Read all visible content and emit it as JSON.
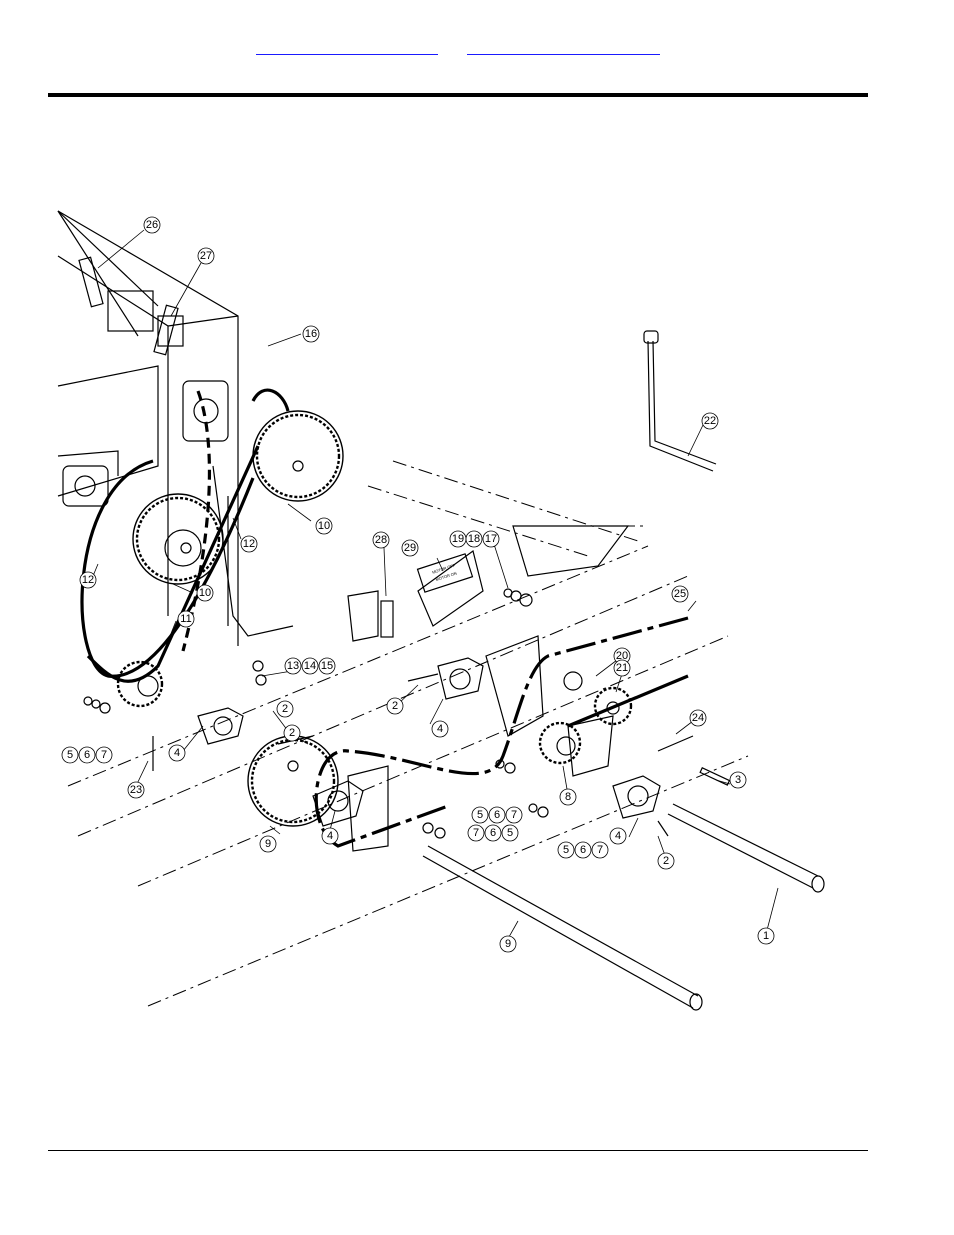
{
  "header": {
    "links": [
      {
        "label": ""
      },
      {
        "label": ""
      }
    ]
  },
  "diagram": {
    "callouts": [
      "1",
      "2",
      "2",
      "2",
      "2",
      "3",
      "4",
      "4",
      "4",
      "4",
      "5",
      "6",
      "7",
      "5",
      "6",
      "7",
      "5",
      "6",
      "7",
      "7",
      "6",
      "5",
      "8",
      "9",
      "10",
      "10",
      "11",
      "12",
      "12",
      "13",
      "14",
      "15",
      "16",
      "17",
      "18",
      "19",
      "20",
      "21",
      "22",
      "23",
      "24",
      "25",
      "26",
      "27",
      "28",
      "29"
    ],
    "decal_text": [
      "MOTOR OFF",
      "MOTOR ON"
    ]
  }
}
